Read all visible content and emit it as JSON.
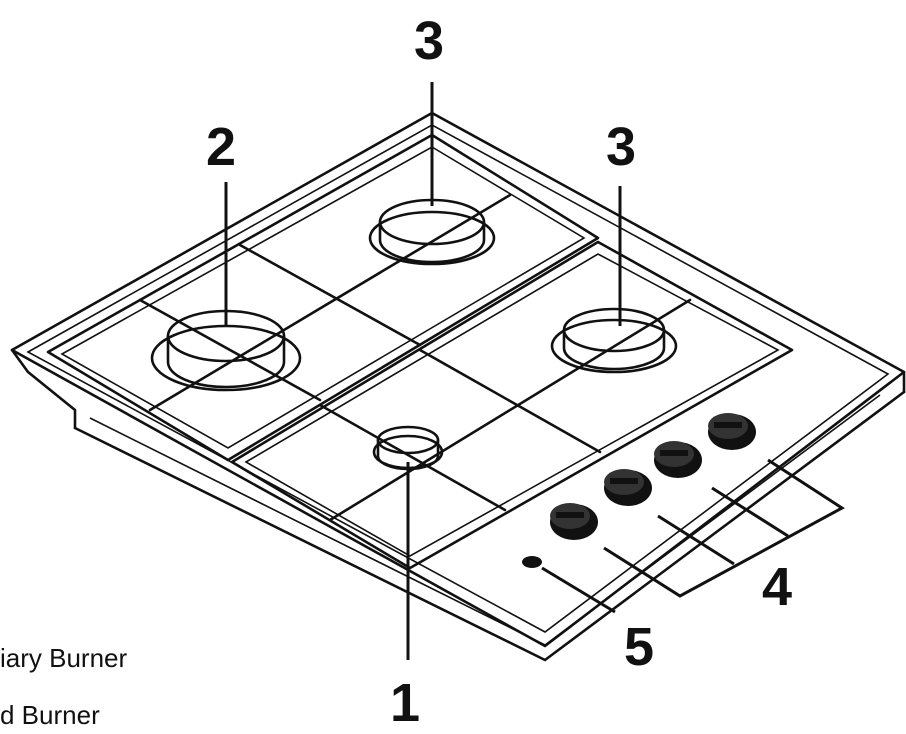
{
  "callouts": {
    "c1": "1",
    "c2": "2",
    "c3a": "3",
    "c3b": "3",
    "c4": "4",
    "c5": "5"
  },
  "legend": {
    "line1": "iary Burner",
    "line2": "d Burner"
  },
  "colors": {
    "ink": "#111111",
    "background": "#ffffff"
  }
}
